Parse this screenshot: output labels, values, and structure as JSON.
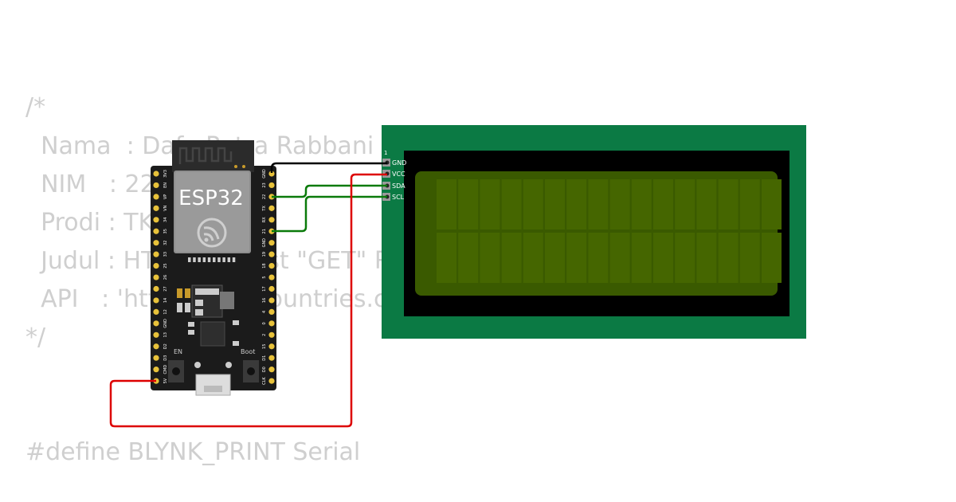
{
  "code": {
    "lines": [
      "/*",
      "  Nama  : Dafa Putra Rabbani",
      "  NIM   : 22",
      "  Prodi : TK",
      "  Judul : HTTP Request \"GET\" R",
      "  API   : 'https://restcountries.c",
      "*/",
      "#define BLYNK_PRINT Serial"
    ]
  },
  "esp32": {
    "chip_label": "ESP32",
    "en_label": "EN",
    "boot_label": "Boot",
    "left_pins": [
      "3V3",
      "EN",
      "VP",
      "VN",
      "34",
      "35",
      "32",
      "33",
      "25",
      "26",
      "27",
      "14",
      "12",
      "GND",
      "13",
      "D2",
      "D3",
      "CMD",
      "5V"
    ],
    "right_pins": [
      "GND",
      "23",
      "22",
      "TX",
      "RX",
      "21",
      "GND",
      "19",
      "18",
      "5",
      "17",
      "16",
      "4",
      "0",
      "2",
      "15",
      "D1",
      "D0",
      "CLK"
    ]
  },
  "lcd": {
    "pin1_label": "1",
    "pins": [
      "GND",
      "VCC",
      "SDA",
      "SCL"
    ],
    "columns": 16,
    "rows": 2
  },
  "colors": {
    "pcb": "#0b7a44",
    "lcd_screen": "#3a5a00",
    "wire_gnd": "#000000",
    "wire_vcc": "#dd0000",
    "wire_sda": "#0a7a0a",
    "wire_scl": "#0a7a0a"
  }
}
